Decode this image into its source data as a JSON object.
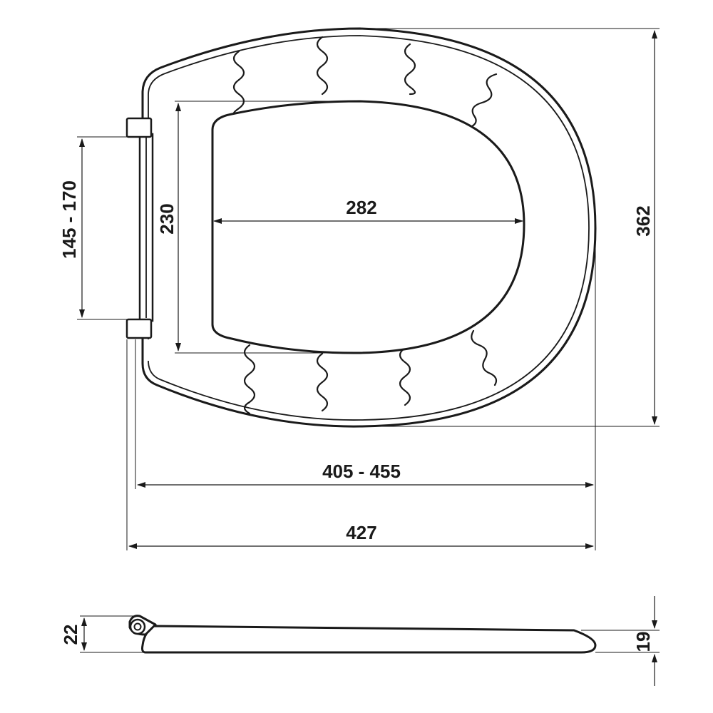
{
  "dimensions": {
    "inner_width": "282",
    "inner_length": "230",
    "overall_width": "362",
    "hinge_spacing": "145 - 170",
    "fixing_range": "405 - 455",
    "overall_length": "427",
    "hinge_height": "22",
    "front_height": "19"
  }
}
